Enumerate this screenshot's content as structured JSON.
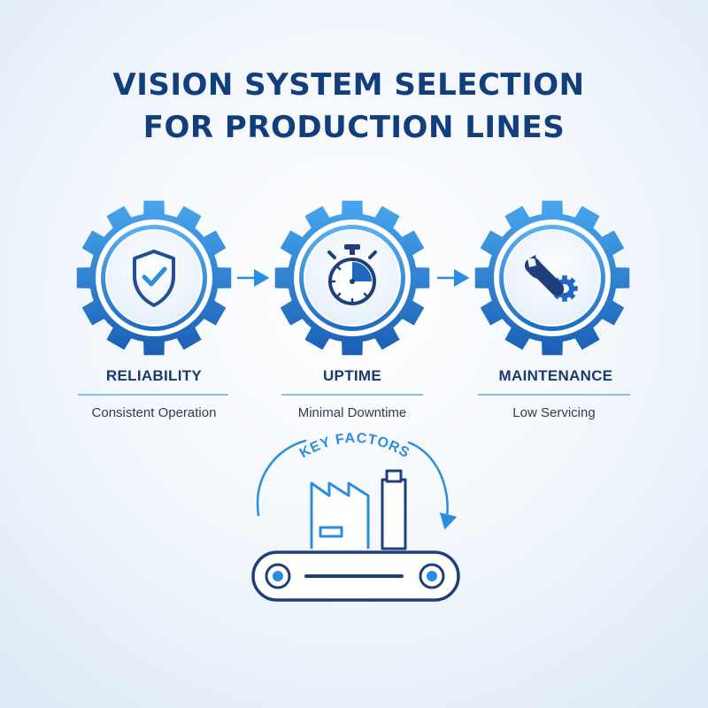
{
  "title": {
    "line1": "VISION SYSTEM SELECTION",
    "line2": "FOR PRODUCTION LINES"
  },
  "factors": [
    {
      "label": "RELIABILITY",
      "description": "Consistent Operation",
      "icon": "shield-check-icon"
    },
    {
      "label": "UPTIME",
      "description": "Minimal Downtime",
      "icon": "stopwatch-icon"
    },
    {
      "label": "MAINTENANCE",
      "description": "Low Servicing",
      "icon": "wrench-gear-icon"
    }
  ],
  "center": {
    "label": "KEY FACTORS",
    "icon": "factory-conveyor-icon"
  },
  "colors": {
    "title": "#123e7c",
    "gear_light": "#3f9be8",
    "gear_dark": "#1b63b8",
    "icon_navy": "#1f3f7a",
    "accent": "#2a8ee0"
  }
}
